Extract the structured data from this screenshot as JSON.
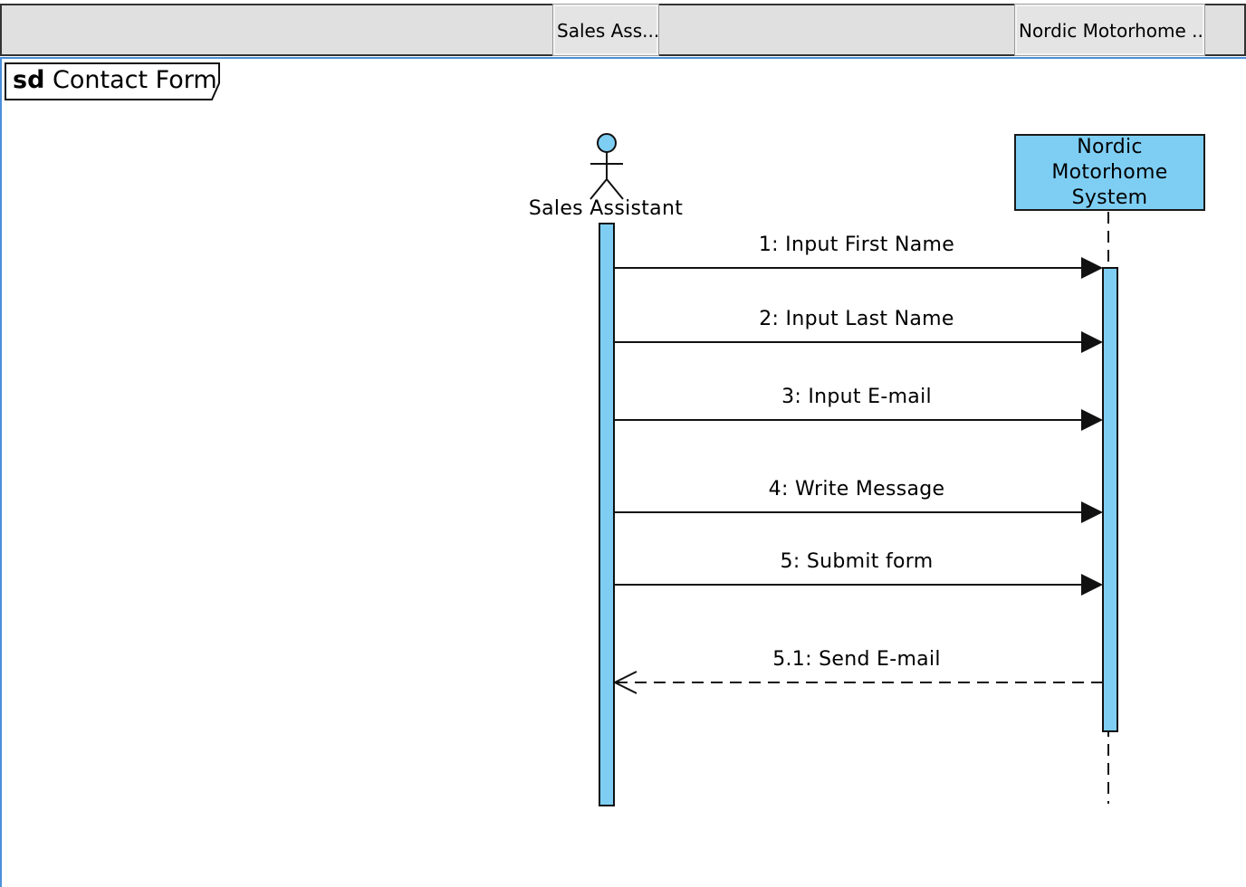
{
  "header": {
    "lifeline_tabs": [
      "Sales Ass...",
      "Nordic Motorhome ..."
    ]
  },
  "diagram": {
    "frame_keyword": "sd",
    "frame_name": "Contact Form",
    "actor": {
      "name": "Sales Assistant"
    },
    "system": {
      "name": "Nordic Motorhome System"
    },
    "messages": [
      {
        "label": "1: Input First Name",
        "kind": "sync"
      },
      {
        "label": "2: Input Last Name",
        "kind": "sync"
      },
      {
        "label": "3: Input E-mail",
        "kind": "sync"
      },
      {
        "label": "4: Write Message",
        "kind": "sync"
      },
      {
        "label": "5: Submit form",
        "kind": "sync"
      },
      {
        "label": "5.1: Send E-mail",
        "kind": "return"
      }
    ]
  },
  "colors": {
    "lifeline_fill": "#7ecef4",
    "canvas_border": "#4a90d9",
    "header_bg": "#e0e0e0"
  }
}
